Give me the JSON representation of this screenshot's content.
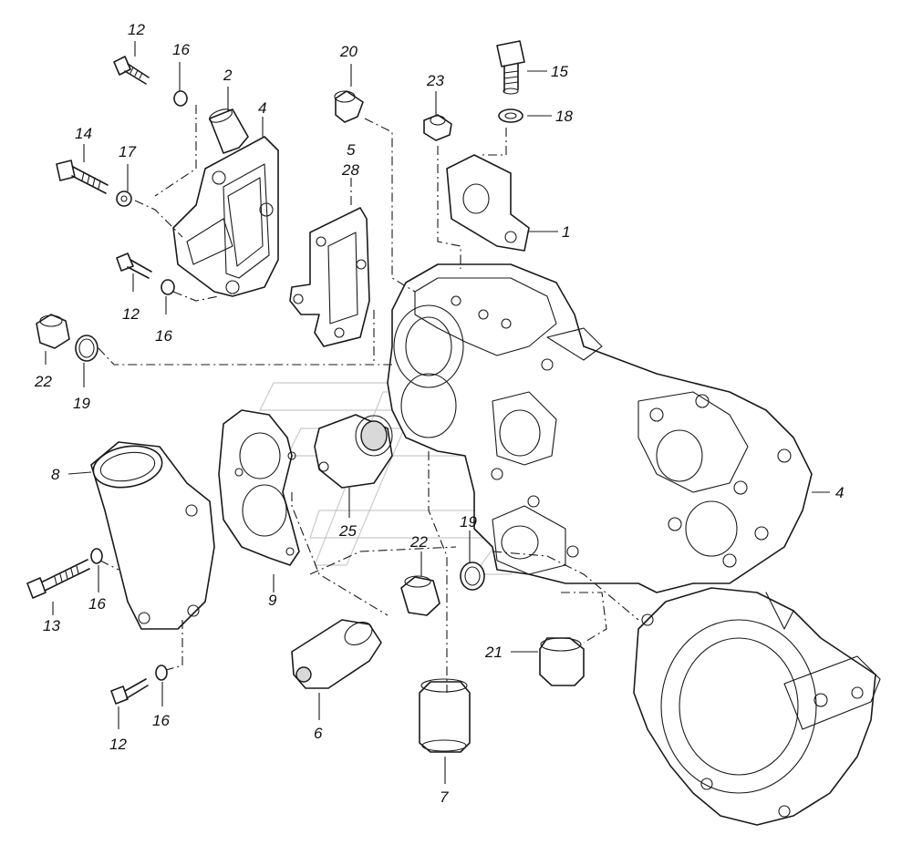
{
  "diagram": {
    "type": "exploded-parts-view",
    "callouts": [
      {
        "id": "c12a",
        "text": "12"
      },
      {
        "id": "c16a",
        "text": "16"
      },
      {
        "id": "c2",
        "text": "2"
      },
      {
        "id": "c4a",
        "text": "4"
      },
      {
        "id": "c14",
        "text": "14"
      },
      {
        "id": "c17",
        "text": "17"
      },
      {
        "id": "c12b",
        "text": "12"
      },
      {
        "id": "c16b",
        "text": "16"
      },
      {
        "id": "c20",
        "text": "20"
      },
      {
        "id": "c5",
        "text": "5"
      },
      {
        "id": "c28",
        "text": "28"
      },
      {
        "id": "c23",
        "text": "23"
      },
      {
        "id": "c15",
        "text": "15"
      },
      {
        "id": "c18",
        "text": "18"
      },
      {
        "id": "c1",
        "text": "1"
      },
      {
        "id": "c22a",
        "text": "22"
      },
      {
        "id": "c19a",
        "text": "19"
      },
      {
        "id": "c8",
        "text": "8"
      },
      {
        "id": "c4b",
        "text": "4"
      },
      {
        "id": "c25",
        "text": "25"
      },
      {
        "id": "c22b",
        "text": "22"
      },
      {
        "id": "c19b",
        "text": "19"
      },
      {
        "id": "c9",
        "text": "9"
      },
      {
        "id": "c13",
        "text": "13"
      },
      {
        "id": "c16c",
        "text": "16"
      },
      {
        "id": "c21",
        "text": "21"
      },
      {
        "id": "c6",
        "text": "6"
      },
      {
        "id": "c12c",
        "text": "12"
      },
      {
        "id": "c16d",
        "text": "16"
      },
      {
        "id": "c7",
        "text": "7"
      }
    ]
  }
}
